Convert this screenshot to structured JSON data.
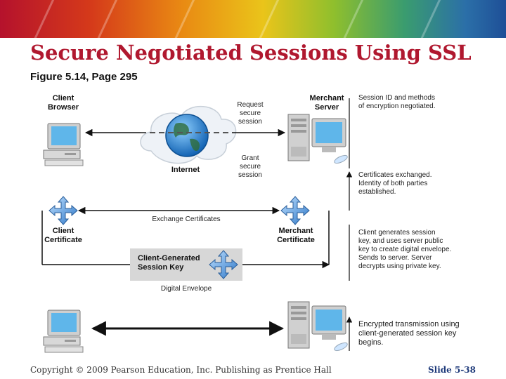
{
  "slide": {
    "title": "Secure Negotiated Sessions Using SSL",
    "subtitle": "Figure 5.14, Page 295",
    "footer_copyright": "Copyright © 2009 Pearson Education, Inc. Publishing as Prentice Hall",
    "footer_slide": "Slide 5-38"
  },
  "diagram": {
    "client_browser": "Client\nBrowser",
    "merchant_server": "Merchant\nServer",
    "internet": "Internet",
    "request_label": "Request\nsecure\nsession",
    "grant_label": "Grant\nsecure\nsession",
    "exchange_label": "Exchange Certificates",
    "client_certificate": "Client\nCertificate",
    "merchant_certificate": "Merchant\nCertificate",
    "session_key": "Client-Generated\nSession Key",
    "digital_envelope": "Digital Envelope"
  },
  "notes": {
    "step1": "Session ID and methods\nof encryption negotiated.",
    "step2": "Certificates exchanged.\nIdentity of both parties\nestablished.",
    "step3": "Client generates session\nkey, and uses server public\nkey to create digital envelope.\nSends to server.  Server\ndecrypts using private key.",
    "step4": "Encrypted transmission using\nclient-generated session key\nbegins."
  },
  "colors": {
    "title": "#b0182f",
    "cert_blue": "#4a90d9",
    "monitor_blue": "#3aa0e0"
  },
  "icons": [
    "computer-icon",
    "server-icon",
    "globe-icon",
    "cloud-icon",
    "certificate-icon",
    "key-icon",
    "mouse-icon"
  ]
}
